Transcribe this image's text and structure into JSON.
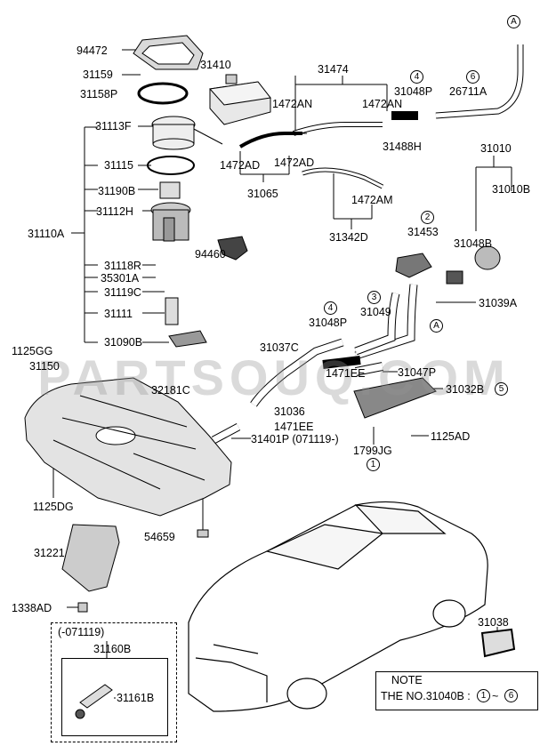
{
  "watermark": "PARTSOUQ.COM",
  "labels": {
    "p94472": "94472",
    "p31159": "31159",
    "p31158P": "31158P",
    "p31410": "31410",
    "p31474": "31474",
    "p31048P_top": "31048P",
    "p26711A": "26711A",
    "p1472AN_a": "1472AN",
    "p1472AN_b": "1472AN",
    "p31113F": "31113F",
    "p31488H": "31488H",
    "p31115": "31115",
    "p1472AD_a": "1472AD",
    "p1472AD_b": "1472AD",
    "p31010": "31010",
    "p31010B": "31010B",
    "p31190B": "31190B",
    "p31065": "31065",
    "p1472AM": "1472AM",
    "p31112H": "31112H",
    "p31453": "31453",
    "p31048B": "31048B",
    "p31110A": "31110A",
    "p31342D": "31342D",
    "p94460": "94460",
    "p31118R": "31118R",
    "p35301A": "35301A",
    "p31119C": "31119C",
    "p31039A": "31039A",
    "p31048P_mid": "31048P",
    "p31049": "31049",
    "p31111": "31111",
    "p1125GG": "1125GG",
    "p31090B": "31090B",
    "p31037C": "31037C",
    "p31150": "31150",
    "p31047P": "31047P",
    "p1471EE_a": "1471EE",
    "p32181C": "32181C",
    "p31032B": "31032B",
    "p31036": "31036",
    "p1471EE_b": "1471EE",
    "p31401P": "31401P (071119-)",
    "p1125AD": "1125AD",
    "p1799JG": "1799JG",
    "p1125DG": "1125DG",
    "p54659": "54659",
    "p31221": "31221",
    "p1338AD": "1338AD",
    "p071119": "(-071119)",
    "p31160B": "31160B",
    "p31161B": "31161B",
    "p31038": "31038"
  },
  "markers": {
    "A_top": "A",
    "A_mid": "A",
    "c4_top": "4",
    "c6_top": "6",
    "c2": "2",
    "c4_mid": "4",
    "c3": "3",
    "c5": "5",
    "c1": "1"
  },
  "note": {
    "title": "NOTE",
    "text": "THE NO.31040B :",
    "circ_from": "1",
    "tilde": "~",
    "circ_to": "6"
  }
}
